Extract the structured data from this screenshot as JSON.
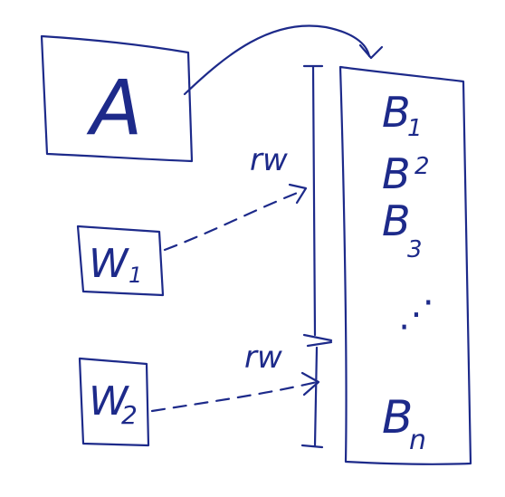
{
  "colors": {
    "ink": "#1d2a8a",
    "background": "#ffffff"
  },
  "box_a": {
    "label": "A"
  },
  "worker_1": {
    "label": "W",
    "subscript": "1"
  },
  "worker_2": {
    "label": "W",
    "subscript": "2"
  },
  "edge_w1": {
    "label": "rw"
  },
  "edge_w2": {
    "label": "rw"
  },
  "blocks": [
    {
      "label": "B",
      "subscript": "1"
    },
    {
      "label": "B",
      "subscript": "2"
    },
    {
      "label": "B",
      "subscript": "3"
    },
    {
      "label": "⋰"
    },
    {
      "label": "B",
      "subscript": "n"
    }
  ]
}
